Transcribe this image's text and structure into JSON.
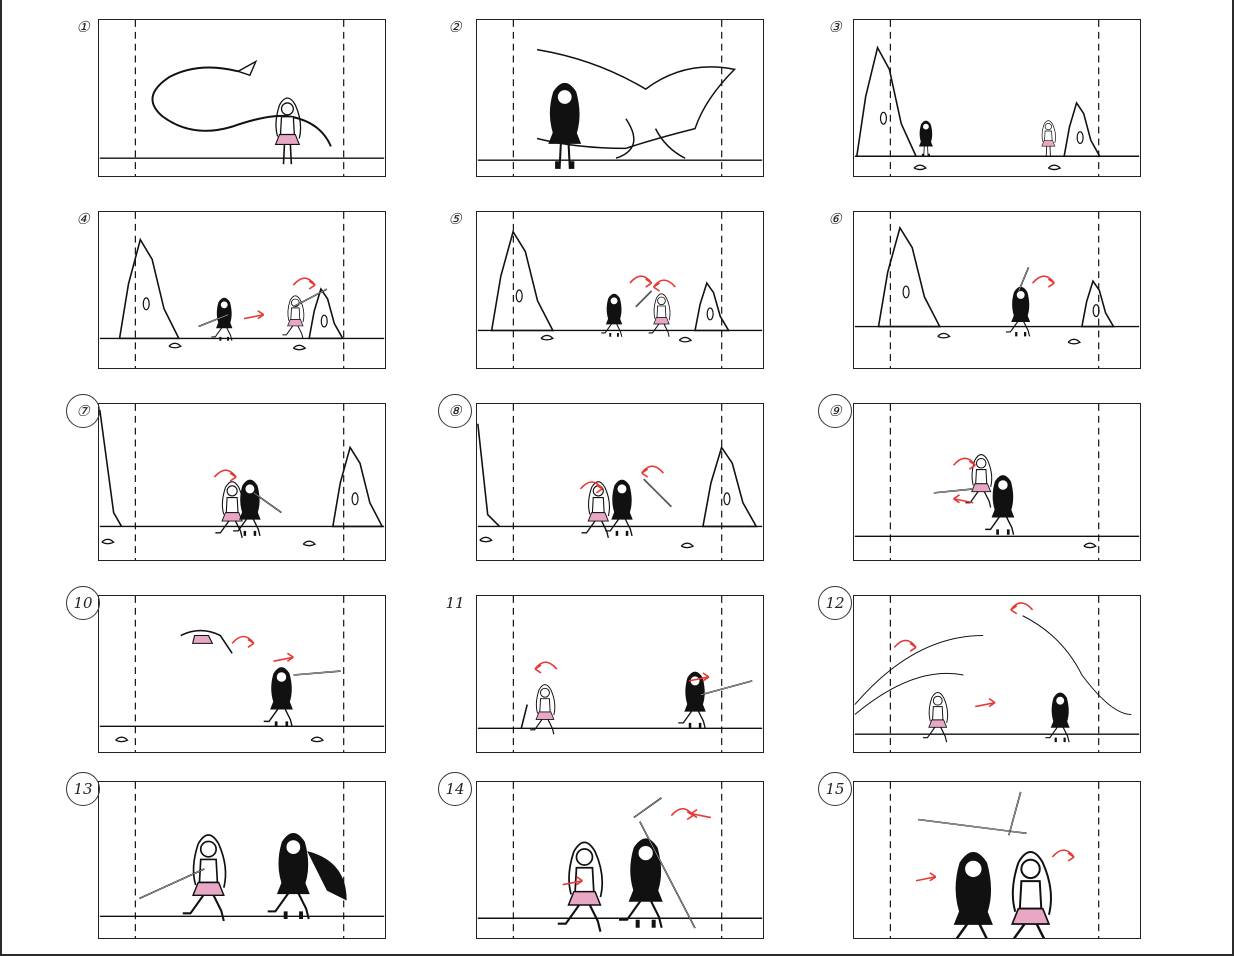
{
  "storyboard": {
    "panels": [
      {
        "number": "①",
        "scene": "dragon",
        "circled": false
      },
      {
        "number": "②",
        "scene": "winged",
        "circled": false
      },
      {
        "number": "③",
        "scene": "wide",
        "circled": false
      },
      {
        "number": "④",
        "scene": "charge",
        "circled": false
      },
      {
        "number": "⑤",
        "scene": "clash",
        "circled": false
      },
      {
        "number": "⑥",
        "scene": "merge",
        "circled": false
      },
      {
        "number": "⑦",
        "scene": "mid",
        "circled": true
      },
      {
        "number": "⑧",
        "scene": "mid2",
        "circled": true
      },
      {
        "number": "⑨",
        "scene": "spin",
        "circled": true
      },
      {
        "number": "10",
        "scene": "leap",
        "circled": true
      },
      {
        "number": "11",
        "scene": "land",
        "circled": false
      },
      {
        "number": "12",
        "scene": "chaos",
        "circled": true
      },
      {
        "number": "13",
        "scene": "close",
        "circled": true
      },
      {
        "number": "14",
        "scene": "lock",
        "circled": true
      },
      {
        "number": "15",
        "scene": "duel",
        "circled": true
      }
    ]
  },
  "colors": {
    "ink": "#111111",
    "accent_pink": "#e8a7c4",
    "arrow_red": "#e53935"
  }
}
